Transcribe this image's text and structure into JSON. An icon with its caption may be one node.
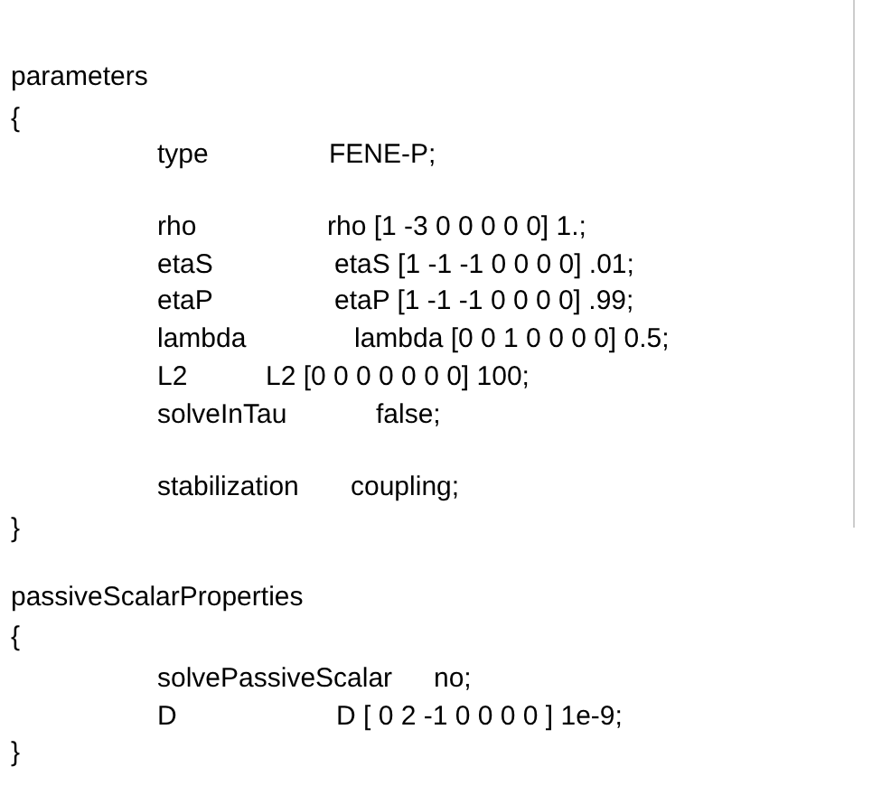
{
  "diagram": {
    "labels": [
      "parameters",
      "{",
      "type",
      "FENE-P;",
      "rho",
      "rho [1 -3 0 0 0 0 0] 1.;",
      "etaS",
      "etaS [1 -1 -1 0 0 0 0] .01;",
      "etaP",
      "etaP [1 -1 -1 0 0 0 0] .99;",
      "lambda",
      "lambda [0 0 1 0 0 0 0] 0.5;",
      "L2",
      "L2 [0 0 0 0 0 0 0] 100;",
      "solveInTau",
      "false;",
      "stabilization",
      "coupling;",
      "}",
      "passiveScalarProperties",
      "{",
      "solvePassiveScalar",
      "no;",
      "D",
      "D [ 0 2 -1 0 0 0 0 ] 1e-9;",
      "}"
    ]
  }
}
